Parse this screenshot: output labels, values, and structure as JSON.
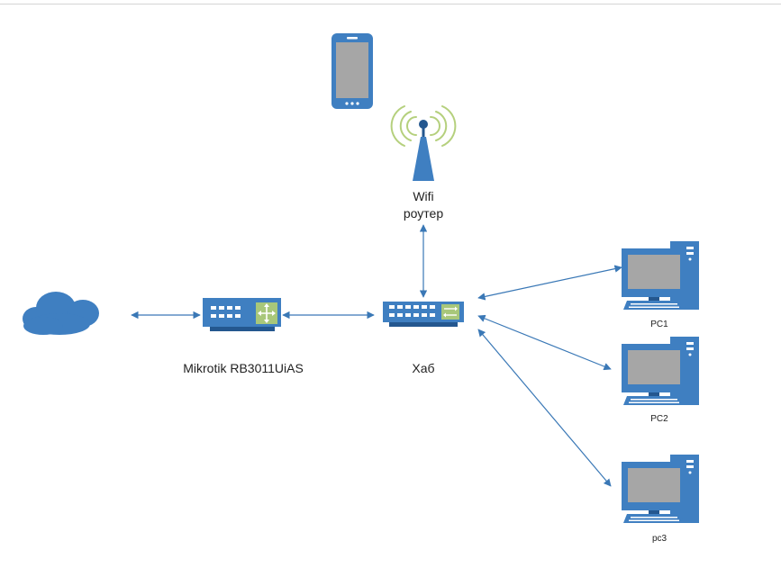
{
  "diagram": {
    "colors": {
      "device_blue": "#3f7fc1",
      "device_dark": "#24578f",
      "screen_grey": "#a6a6a6",
      "port_white": "#ffffff",
      "routing_green": "#a8c77a",
      "wifi_wave": "#b5d07d",
      "connector": "#3a78b6"
    },
    "nodes": {
      "cloud": {
        "icon": "cloud-icon"
      },
      "router": {
        "icon": "router-icon",
        "label": "Mikrotik RB3011UiAS"
      },
      "hub": {
        "icon": "switch-icon",
        "label": "Хаб"
      },
      "wifi": {
        "icon": "wifi-antenna-icon",
        "label_line1": "Wifi",
        "label_line2": "роутер"
      },
      "phone": {
        "icon": "smartphone-icon"
      },
      "pc1": {
        "icon": "desktop-pc-icon",
        "label": "PC1"
      },
      "pc2": {
        "icon": "desktop-pc-icon",
        "label": "PC2"
      },
      "pc3": {
        "icon": "desktop-pc-icon",
        "label": "pc3"
      }
    },
    "edges": [
      {
        "from": "cloud",
        "to": "router",
        "arrows": "both"
      },
      {
        "from": "router",
        "to": "hub",
        "arrows": "both"
      },
      {
        "from": "hub",
        "to": "wifi",
        "arrows": "both"
      },
      {
        "from": "hub",
        "to": "pc1",
        "arrows": "both"
      },
      {
        "from": "hub",
        "to": "pc2",
        "arrows": "both"
      },
      {
        "from": "hub",
        "to": "pc3",
        "arrows": "both"
      }
    ]
  }
}
